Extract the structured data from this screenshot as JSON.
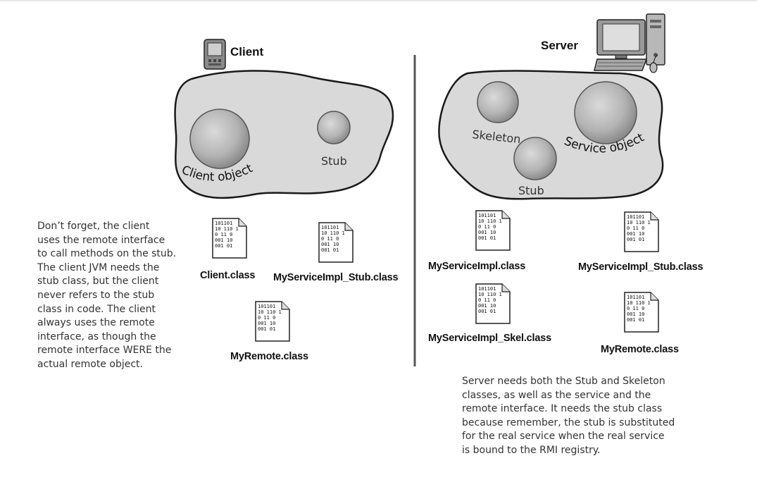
{
  "client": {
    "title": "Client",
    "object_labels": {
      "client_object": "Client object",
      "stub": "Stub"
    },
    "files": {
      "client_class": "Client.class",
      "stub_class": "MyServiceImpl_Stub.class",
      "remote_class": "MyRemote.class"
    },
    "note_lines": [
      "Don’t forget, the client",
      "uses the remote interface",
      "to call methods on the stub.",
      "The client JVM needs the",
      "stub class, but the client",
      "never refers to the stub",
      "class in code. The client",
      "always uses the remote",
      "interface, as though the",
      "remote interface WERE the",
      "actual remote object."
    ]
  },
  "server": {
    "title": "Server",
    "object_labels": {
      "skeleton": "Skeleton",
      "service_object": "Service object",
      "stub": "Stub"
    },
    "files": {
      "impl_class": "MyServiceImpl.class",
      "stub_class": "MyServiceImpl_Stub.class",
      "skel_class": "MyServiceImpl_Skel.class",
      "remote_class": "MyRemote.class"
    },
    "note_lines": [
      "Server needs both the Stub and Skeleton",
      "classes, as well as the service and the",
      "remote interface. It needs the stub class",
      "because remember, the stub is substituted",
      "for the real service when the real service",
      "is bound to the RMI registry."
    ]
  },
  "file_icon_text": [
    "101101",
    "10 110 1",
    "0 11 0",
    "001 10",
    "001 01"
  ],
  "colors": {
    "blob": "#d9d9d9",
    "sphere_light": "#d6d6d6",
    "sphere_dark": "#8f8f8f",
    "divider": "#555555"
  }
}
